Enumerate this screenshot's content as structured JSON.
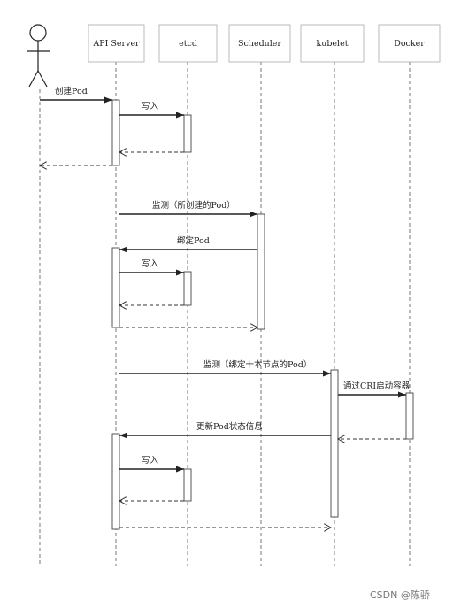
{
  "participants": [
    {
      "id": "user",
      "icon": "stick-figure-icon"
    },
    {
      "id": "api",
      "label": "API Server"
    },
    {
      "id": "etcd",
      "label": "etcd"
    },
    {
      "id": "scheduler",
      "label": "Scheduler"
    },
    {
      "id": "kubelet",
      "label": "kubelet"
    },
    {
      "id": "docker",
      "label": "Docker"
    }
  ],
  "messages": [
    {
      "label": "创建Pod",
      "from": "user",
      "to": "api",
      "style": "solid"
    },
    {
      "label": "写入",
      "from": "api",
      "to": "etcd",
      "style": "solid"
    },
    {
      "from": "etcd",
      "to": "api",
      "style": "dashed"
    },
    {
      "from": "api",
      "to": "user",
      "style": "dashed"
    },
    {
      "label": "监测（所创建的Pod）",
      "from": "api",
      "to": "scheduler",
      "style": "solid"
    },
    {
      "label": "绑定Pod",
      "from": "scheduler",
      "to": "api",
      "style": "solid"
    },
    {
      "label": "写入",
      "from": "api",
      "to": "etcd",
      "style": "solid"
    },
    {
      "from": "etcd",
      "to": "api",
      "style": "dashed"
    },
    {
      "from": "api",
      "to": "scheduler",
      "style": "dashed"
    },
    {
      "label": "监测（绑定十本节点的Pod）",
      "from": "api",
      "to": "kubelet",
      "style": "solid"
    },
    {
      "label": "通过CRI启动容器",
      "from": "kubelet",
      "to": "docker",
      "style": "solid"
    },
    {
      "from": "docker",
      "to": "kubelet",
      "style": "dashed"
    },
    {
      "label": "更新Pod状态信息",
      "from": "kubelet",
      "to": "api",
      "style": "solid"
    },
    {
      "label": "写入",
      "from": "api",
      "to": "etcd",
      "style": "solid"
    },
    {
      "from": "etcd",
      "to": "api",
      "style": "dashed"
    },
    {
      "from": "api",
      "to": "kubelet",
      "style": "dashed"
    }
  ],
  "watermark": "CSDN @陈骄"
}
